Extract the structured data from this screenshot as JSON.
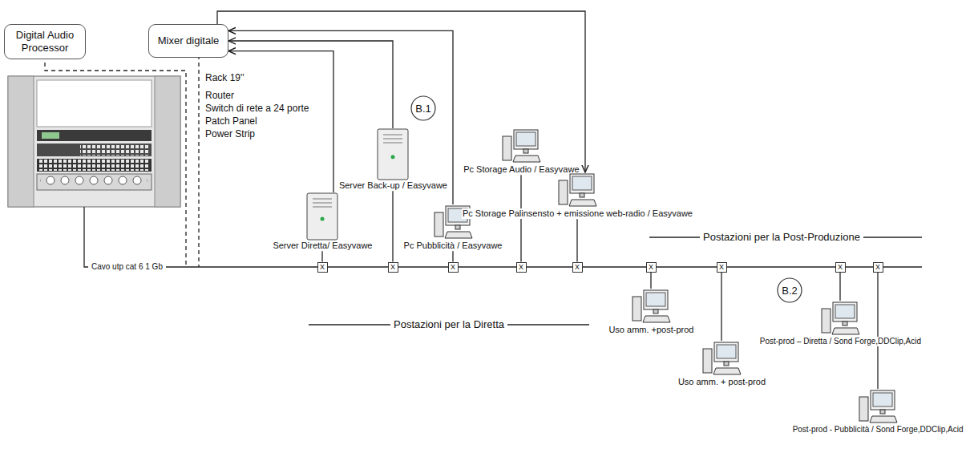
{
  "diagram": {
    "nodes": [
      {
        "text": [
          "Digital Audio Processor"
        ]
      },
      {
        "text": [
          "Mixer digitale"
        ]
      },
      {
        "text": [
          "B.1"
        ]
      },
      {
        "text": [
          "Server Diretta/ Easyvawe"
        ]
      },
      {
        "text": [
          "Server Back-up / Easyvawe"
        ]
      },
      {
        "text": [
          "Pc Pubblicità / Easyvawe"
        ]
      },
      {
        "text": [
          "Pc Storage Audio / Easyvawe"
        ]
      },
      {
        "text": [
          "Pc Storage Palinsensto + emissione web-radio / Easyvawe"
        ]
      },
      {
        "text": [
          "B.2"
        ]
      },
      {
        "text": [
          "Uso amm. +post-prod"
        ]
      },
      {
        "text": [
          "Uso amm. + post-prod"
        ]
      },
      {
        "text": [
          "Post-prod – Diretta / Sond Forge,DDClip,Acid"
        ]
      },
      {
        "text": [
          "Post-prod - Pubblicità / Sond Forge,DDClip,Acid"
        ]
      },
      {
        "text": [
          "X"
        ]
      },
      {
        "text": [
          "X"
        ]
      },
      {
        "text": [
          "X"
        ]
      },
      {
        "text": [
          "X"
        ]
      },
      {
        "text": [
          "X"
        ]
      },
      {
        "text": [
          "X"
        ]
      },
      {
        "text": [
          "X"
        ]
      },
      {
        "text": [
          "X"
        ]
      },
      {
        "text": [
          "X"
        ]
      }
    ],
    "edges": [
      {
        "from": 3,
        "to": 13,
        "arrow": "none"
      },
      {
        "from": 4,
        "to": 14,
        "arrow": "none"
      },
      {
        "from": 5,
        "to": 15,
        "arrow": "none"
      },
      {
        "from": 6,
        "to": 16,
        "arrow": "none"
      },
      {
        "from": 7,
        "to": 17,
        "arrow": "none"
      },
      {
        "from": 9,
        "to": 18,
        "arrow": "none"
      },
      {
        "from": 10,
        "to": 19,
        "arrow": "none"
      },
      {
        "from": 11,
        "to": 20,
        "arrow": "none"
      },
      {
        "from": 12,
        "to": 21,
        "arrow": "none"
      },
      {
        "from": 3,
        "to": 1,
        "arrow": "to"
      },
      {
        "from": 4,
        "to": 1,
        "arrow": "to"
      },
      {
        "from": 5,
        "to": 1,
        "arrow": "to"
      },
      {
        "from": 1,
        "to": 7,
        "arrow": "to"
      }
    ],
    "labels": [
      "Rack 19''",
      "Router",
      "Switch di rete a 24 porte",
      "Patch Panel",
      "Power Strip",
      "Cavo utp cat 6 1 Gb",
      "Postazioni per la Diretta",
      "Postazioni per la Post-Produzione"
    ]
  }
}
